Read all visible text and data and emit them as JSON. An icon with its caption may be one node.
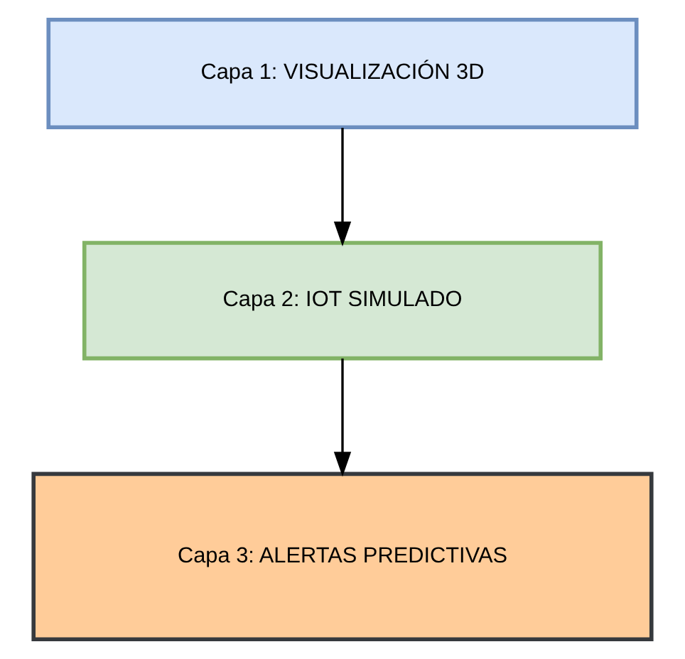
{
  "diagram": {
    "nodes": [
      {
        "text": [
          "Capa 1: VISUALIZACIÓN 3D"
        ]
      },
      {
        "text": [
          "Capa 2: IOT SIMULADO"
        ]
      },
      {
        "text": [
          "Capa 3: ALERTAS PREDICTIVAS"
        ]
      }
    ],
    "edges": [
      {
        "from": 0,
        "to": 1,
        "arrow": "to"
      },
      {
        "from": 1,
        "to": 2,
        "arrow": "to"
      }
    ]
  }
}
